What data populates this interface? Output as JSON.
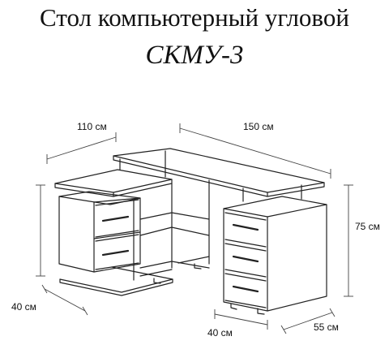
{
  "title": {
    "main": "Стол компьютерный угловой",
    "model": "СКМУ-3"
  },
  "dimensions": {
    "width_left": "110 см",
    "width_right": "150 см",
    "height": "75 см",
    "depth_left": "40 см",
    "depth_front": "40 см",
    "depth_right": "55 см"
  }
}
